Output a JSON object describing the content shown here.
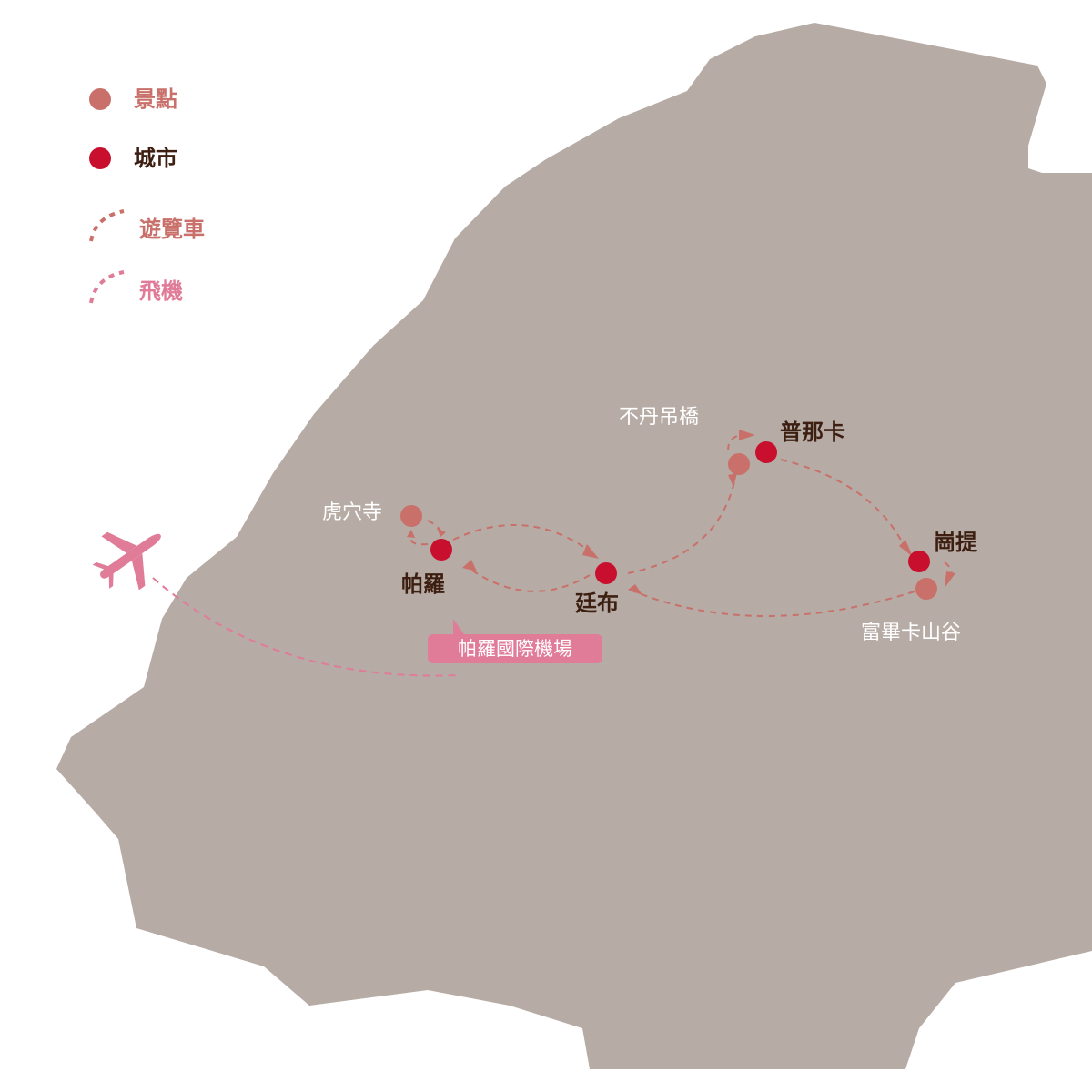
{
  "legend": {
    "attraction": "景點",
    "city": "城市",
    "coach": "遊覽車",
    "flight": "飛機"
  },
  "cities": {
    "paro": "帕羅",
    "thimphu": "廷布",
    "punakha": "普那卡",
    "gangtey": "崗提"
  },
  "attractions": {
    "tigers_nest": "虎穴寺",
    "suspension_bridge": "不丹吊橋",
    "phobjikha": "富畢卡山谷"
  },
  "airport": "帕羅國際機場",
  "colors": {
    "land": "#b6aba5",
    "attraction": "#c9706a",
    "city": "#c8102e",
    "coach": "#c9706a",
    "flight": "#e07b98",
    "city_text": "#3d1f12"
  }
}
